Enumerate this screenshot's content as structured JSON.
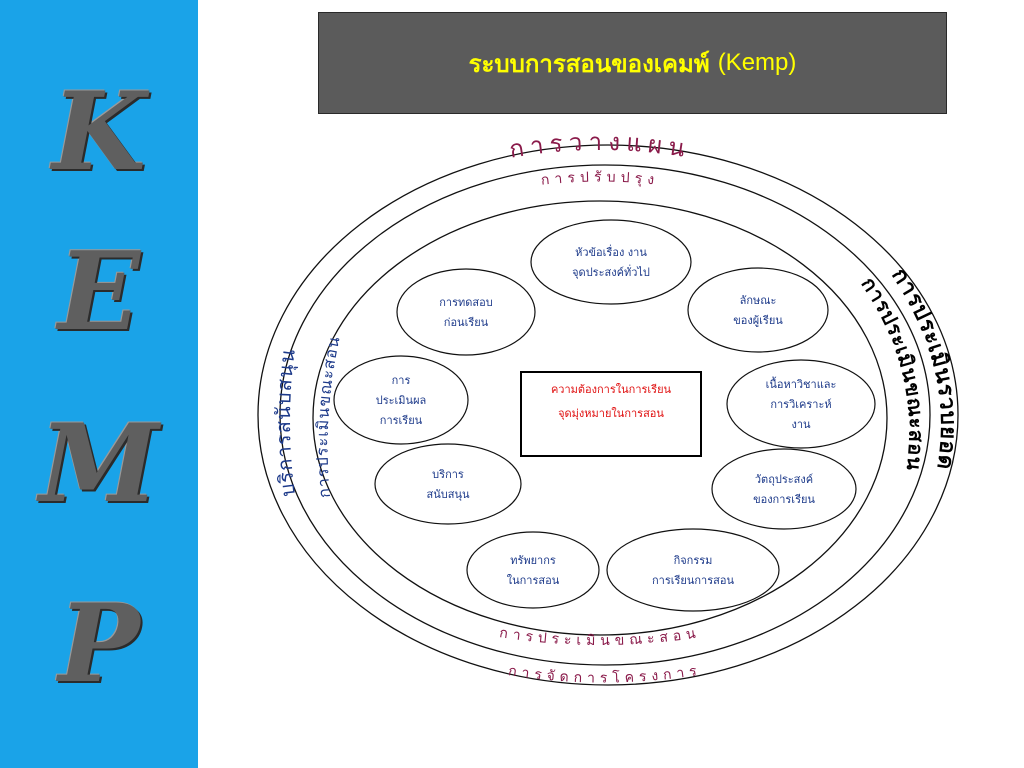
{
  "sidebar": {
    "letters": [
      "K",
      "E",
      "M",
      "P"
    ]
  },
  "header": {
    "title_th": "ระบบการสอนของเคมพ์",
    "title_en": "(Kemp)"
  },
  "center": {
    "line1": "ความต้องการในการเรียน",
    "line2": "จุดมุ่งหมายในการสอน"
  },
  "nodes": [
    {
      "lines": [
        "หัวข้อเรื่อง งาน",
        "จุดประสงค์ทั่วไป"
      ]
    },
    {
      "lines": [
        "ลักษณะ",
        "ของผู้เรียน"
      ]
    },
    {
      "lines": [
        "เนื้อหาวิชาและ",
        "การวิเคราะห์",
        "งาน"
      ]
    },
    {
      "lines": [
        "วัตถุประสงค์",
        "ของการเรียน"
      ]
    },
    {
      "lines": [
        "กิจกรรม",
        "การเรียนการสอน"
      ]
    },
    {
      "lines": [
        "ทรัพยากร",
        "ในการสอน"
      ]
    },
    {
      "lines": [
        "บริการ",
        "สนับสนุน"
      ]
    },
    {
      "lines": [
        "การ",
        "ประเมินผล",
        "การเรียน"
      ]
    },
    {
      "lines": [
        "การทดสอบ",
        "ก่อนเรียน"
      ]
    }
  ],
  "ring_labels": {
    "planning": "การวางแผน",
    "revision": "การปรับปรุง",
    "formative_bottom": "การประเมินขณะสอน",
    "project_management": "การจัดการโครงการ",
    "support_services": "บริการสนับสนุน",
    "formative_left": "การประเมินขณะสอน",
    "summative": "การประเมินรวบยอด",
    "formative_right": "การประเมินขณะสอน"
  }
}
